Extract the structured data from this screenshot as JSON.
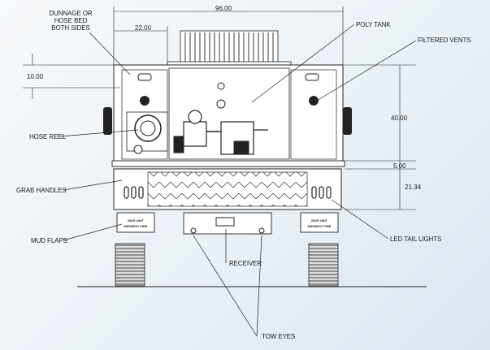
{
  "dimensions": {
    "overall_width": "96.00",
    "bed_side": "22.00",
    "top_offset": "10.00",
    "tank_height": "40.00",
    "bumper_gap": "5.00",
    "bumper_height": "21.34"
  },
  "callouts": {
    "dunnage": [
      "DUNNAGE OR",
      "HOSE BED",
      "BOTH SIDES"
    ],
    "poly_tank": "POLY TANK",
    "filtered_vents": "FILTERED VENTS",
    "hose_reel": "HOSE REEL",
    "grab_handles": "GRAB HANDLES",
    "mud_flaps": "MUD FLAPS",
    "receiver": "RECEIVER",
    "led_tail_lights": "LED TAIL LIGHTS",
    "tow_eyes": "TOW EYES"
  },
  "mudflap_logo": [
    "SKID UNIT",
    "MIDWEST FIRE"
  ]
}
